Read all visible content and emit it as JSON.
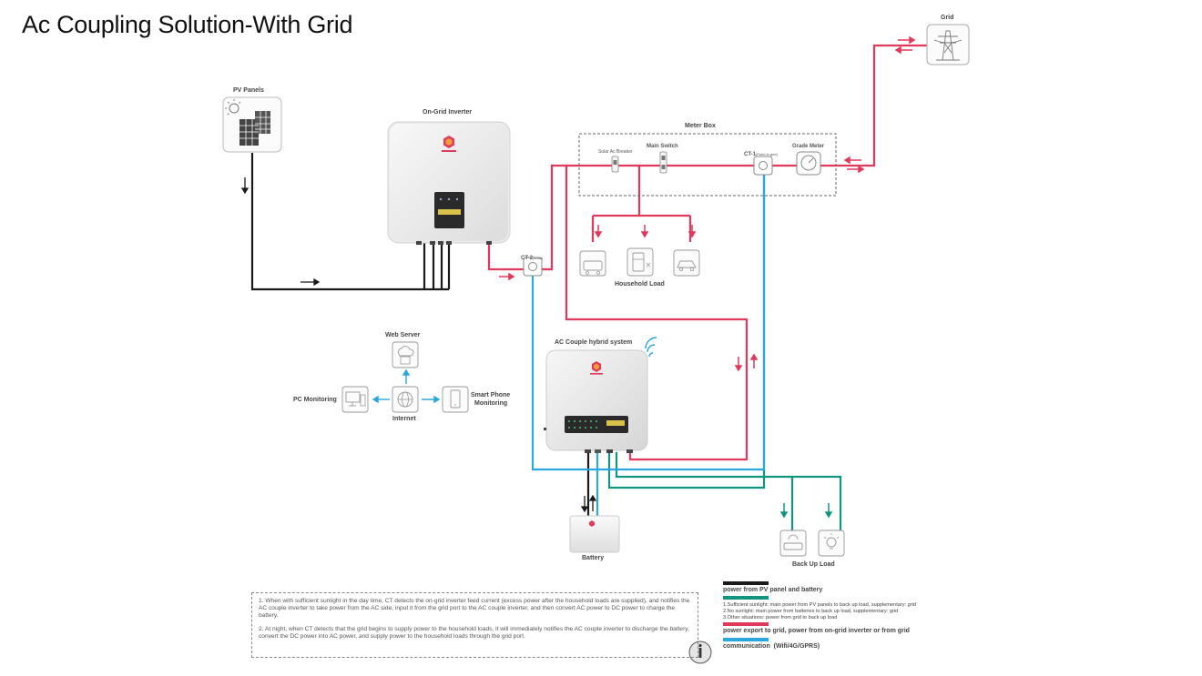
{
  "title": "Ac Coupling Solution-With Grid",
  "labels": {
    "pv_panels": "PV Panels",
    "on_grid_inverter": "On-Grid Inverter",
    "meter_box": "Meter Box",
    "solar_ac_breaker": "Solar Ac Breaker",
    "main_switch": "Main Switch",
    "ct1": "CT-1",
    "ct1_sub": "(Feed in grid)",
    "grade_meter": "Grade Meter",
    "grid": "Grid",
    "ct2": "CT-2",
    "ct2_sub": "(solar)",
    "household_load": "Household Load",
    "web_server": "Web Server",
    "pc_monitoring": "PC Monitoring",
    "internet": "Internet",
    "smart_phone_monitoring_1": "Smart Phone",
    "smart_phone_monitoring_2": "Monitoring",
    "ac_couple_hybrid_system": "AC Couple hybrid system",
    "battery": "Battery",
    "back_up_load": "Back Up Load"
  },
  "notes": [
    "1. When with sufficient sunlight in the day time, CT detects the on-grid inverter feed current (excess power after the household loads are supplied), and notifies the AC couple inverter to take power from the AC side, input it from the grid port to the AC couple inverter, and then convert AC power to DC power to charge the battery.",
    "2. At night, when CT detects that the grid begins to supply power to the household loads, it will immediately notifies the AC couple inverter  to discharge the battery, convert the DC power into AC power, and supply power to the household loads through the grid port."
  ],
  "legend": {
    "black": "power from PV panel and battery",
    "green_items": [
      "1.Sufficient sunlight: main power from PV panels to back up load, supplementary: grid",
      "2.No sunlight: main power from batteries to back up load, supplementary: grid",
      "3.Other situations: power from grid to back up load"
    ],
    "red": "power export to grid, power from on-grid inverter or from grid",
    "blue": "communication  (Wifi/4G/GPRS)"
  },
  "colors": {
    "black_line": "#1a1a1a",
    "green_line": "#12957f",
    "red_line": "#e0395b",
    "blue_line": "#2aa7de"
  },
  "icons": {
    "pv": "solar-panel-icon",
    "grid": "transmission-tower-icon",
    "info": "info-icon"
  }
}
